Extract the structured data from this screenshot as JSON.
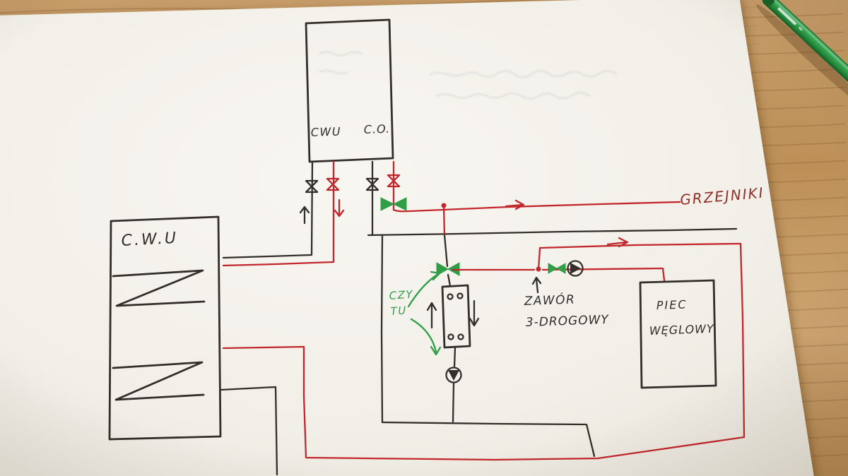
{
  "labels": {
    "tank": "C.W.U",
    "boiler_cwu": "CWU",
    "boiler_co": "C.O.",
    "radiators": "GRZEJNIKI",
    "note_line1": "CZY",
    "note_line2": "TU",
    "valve_line1": "ZAWÓR",
    "valve_line2": "3-DROGOWY",
    "furnace_line1": "PIEC",
    "furnace_line2": "WĘGLOWY"
  },
  "colors": {
    "ink_black": "#332e29",
    "ink_red": "#c2272b",
    "ink_green": "#2f9e46",
    "label_red": "#8f2f28",
    "paper": "#f4f1ea",
    "wood": "#c49a66",
    "pen": "#2a9a47"
  }
}
